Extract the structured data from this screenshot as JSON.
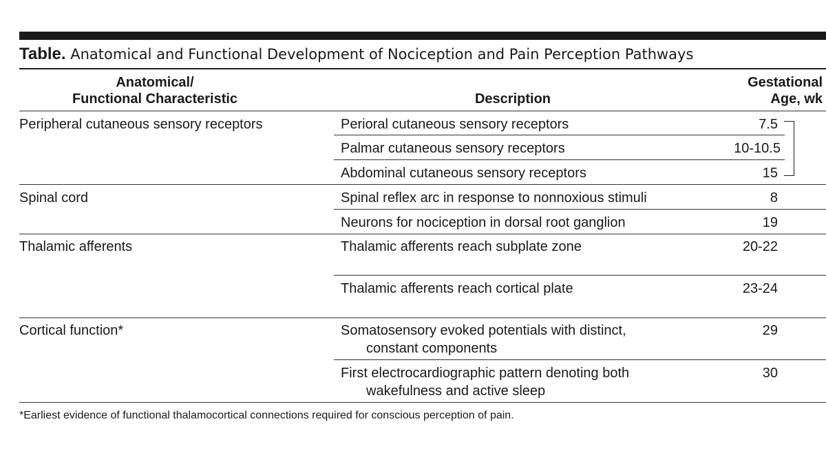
{
  "caption": {
    "label": "Table.",
    "title": "Anatomical and Functional Development of Nociception and Pain Perception Pathways"
  },
  "headers": {
    "characteristic": [
      "Anatomical/",
      "Functional Characteristic"
    ],
    "description": "Description",
    "age": [
      "Gestational",
      "Age, wk"
    ]
  },
  "rows": [
    {
      "characteristic": "Peripheral cutaneous sensory receptors",
      "description": [
        "Perioral cutaneous sensory receptors"
      ],
      "age": "7.5"
    },
    {
      "characteristic": "",
      "description": [
        "Palmar cutaneous sensory receptors"
      ],
      "age": "10-10.5"
    },
    {
      "characteristic": "",
      "description": [
        "Abdominal cutaneous sensory receptors"
      ],
      "age": "15"
    },
    {
      "characteristic": "Spinal cord",
      "description": [
        "Spinal reflex arc in response to nonnoxious stimuli"
      ],
      "age": "8"
    },
    {
      "characteristic": "",
      "description": [
        "Neurons for nociception in dorsal root ganglion"
      ],
      "age": "19"
    },
    {
      "characteristic": "Thalamic afferents",
      "description": [
        "Thalamic afferents reach subplate zone"
      ],
      "age": "20-22"
    },
    {
      "characteristic": "",
      "description": [
        "Thalamic afferents reach cortical plate"
      ],
      "age": "23-24"
    },
    {
      "characteristic": "Cortical function*",
      "description": [
        "Somatosensory evoked potentials with distinct,",
        "constant components"
      ],
      "age": "29"
    },
    {
      "characteristic": "",
      "description": [
        "First electrocardiographic pattern denoting both",
        "wakefulness and active sleep"
      ],
      "age": "30"
    }
  ],
  "footnote": "*Earliest evidence of functional thalamocortical connections required for conscious perception of pain."
}
